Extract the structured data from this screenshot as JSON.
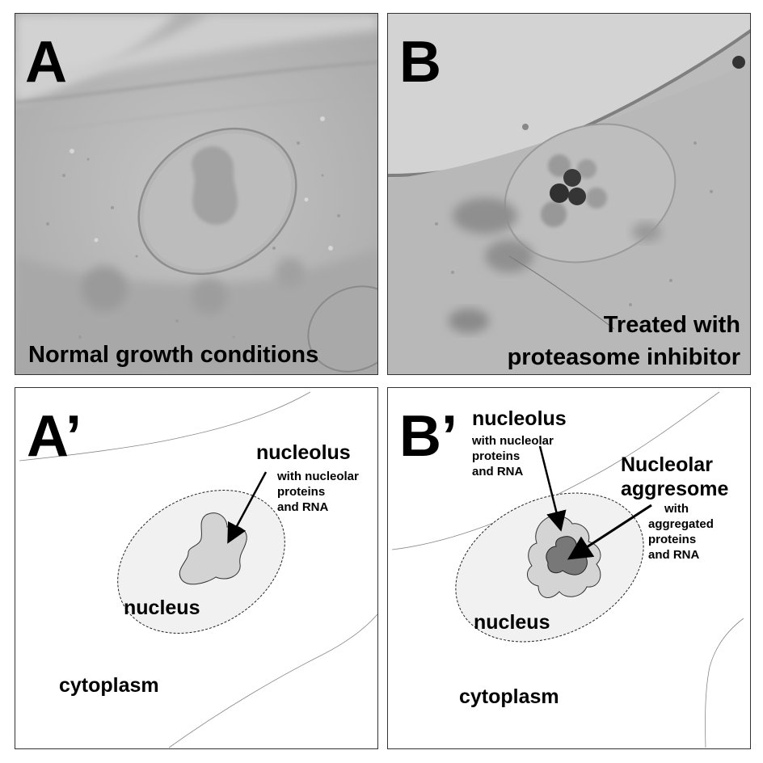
{
  "panels": {
    "a": {
      "letter": "A",
      "caption": "Normal growth conditions"
    },
    "b": {
      "letter": "B",
      "caption_line1": "Treated with",
      "caption_line2": "proteasome inhibitor"
    },
    "a_prime": {
      "letter": "A’",
      "nucleolus": "nucleolus",
      "nucleolus_detail": [
        "with nucleolar",
        "proteins",
        "and RNA"
      ],
      "nucleus": "nucleus",
      "cytoplasm": "cytoplasm"
    },
    "b_prime": {
      "letter": "B’",
      "nucleolus": "nucleolus",
      "nucleolus_detail": [
        "with nucleolar",
        "proteins",
        "and RNA"
      ],
      "aggresome_line1": "Nucleolar",
      "aggresome_line2": "aggresome",
      "aggresome_detail": [
        "with",
        "aggregated",
        "proteins",
        "and RNA"
      ],
      "nucleus": "nucleus",
      "cytoplasm": "cytoplasm"
    }
  },
  "colors": {
    "micrograph_bg": "#bdbdbd",
    "nucleus_fill": "#f0f0f0",
    "nucleolus_fill": "#d4d4d4",
    "aggresome_fill": "#777777"
  }
}
